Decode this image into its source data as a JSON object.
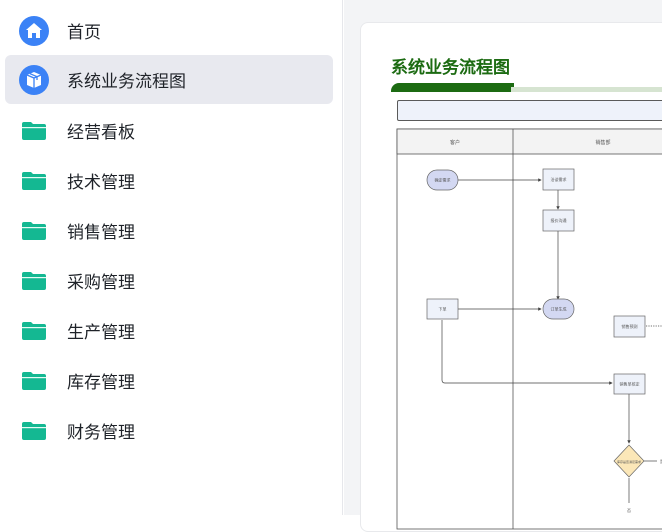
{
  "sidebar": {
    "items": [
      {
        "label": "首页",
        "icon": "home-icon",
        "active": false
      },
      {
        "label": "系统业务流程图",
        "icon": "package-icon",
        "active": true
      },
      {
        "label": "经营看板",
        "icon": "folder-icon",
        "active": false
      },
      {
        "label": "技术管理",
        "icon": "folder-icon",
        "active": false
      },
      {
        "label": "销售管理",
        "icon": "folder-icon",
        "active": false
      },
      {
        "label": "采购管理",
        "icon": "folder-icon",
        "active": false
      },
      {
        "label": "生产管理",
        "icon": "folder-icon",
        "active": false
      },
      {
        "label": "库存管理",
        "icon": "folder-icon",
        "active": false
      },
      {
        "label": "财务管理",
        "icon": "folder-icon",
        "active": false
      }
    ]
  },
  "colors": {
    "primary_blue": "#3b82f6",
    "folder_green": "#14b892",
    "title_green": "#1c6b12",
    "active_bg": "#e8e9ef"
  },
  "document": {
    "title": "系统业务流程图",
    "lanes": [
      "客户",
      "销售部"
    ],
    "nodes": {
      "n1": "确定需求",
      "n2": "洽谈需求",
      "n3": "报价沟通",
      "n4": "下单",
      "n5": "订单生成",
      "n6": "销售预测",
      "n7": "销售单核定",
      "n8": "库存是否满足需求",
      "yes": "是",
      "no": "否"
    }
  }
}
